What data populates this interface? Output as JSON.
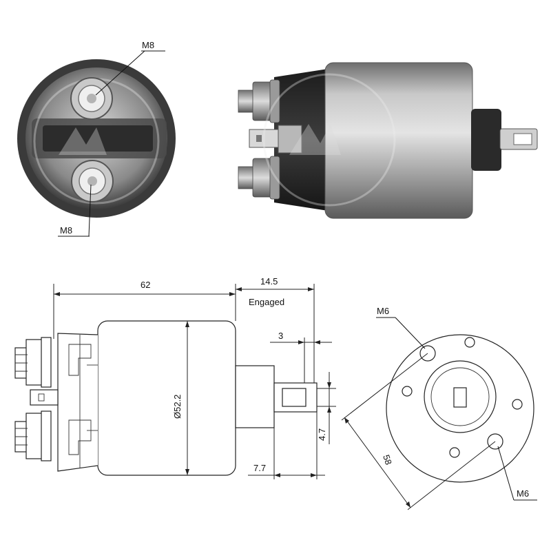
{
  "front_view": {
    "terminal_top_label": "M8",
    "terminal_bottom_label": "M8"
  },
  "drawing": {
    "length_label": "62",
    "stroke_label": "14.5",
    "stroke_note": "Engaged",
    "plunger_offset_label": "3",
    "diameter_label": "Ø52.2",
    "slot_label": "4.7",
    "plunger_length_label": "7.7",
    "hole_top_label": "M6",
    "hole_bottom_label": "M6",
    "bolt_circle_label": "58"
  },
  "colors": {
    "metal_dark": "#3a3a3a",
    "metal_mid": "#8c8c8c",
    "metal_light": "#d9d9d9"
  }
}
